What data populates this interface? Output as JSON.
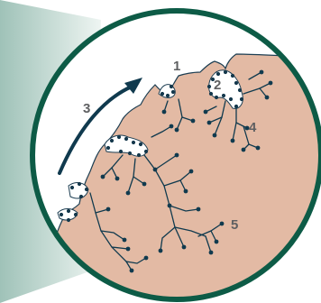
{
  "figure": {
    "labels": [
      "1",
      "2",
      "3",
      "4",
      "5"
    ]
  },
  "colors": {
    "ring": "#0d5b46",
    "tissue": "#e3baa4",
    "tissue_edge": "#1d3e52",
    "nodes": "#103a4e",
    "arrow": "#103a4e",
    "label_text": "#5f6062",
    "beam_dark": "#9fc2b8",
    "beam_light": "#eef5f2"
  }
}
